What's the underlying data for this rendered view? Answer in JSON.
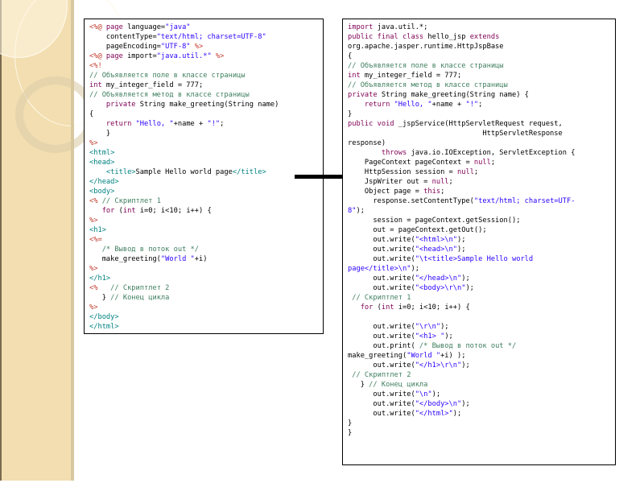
{
  "jsp_source": {
    "lines": [
      [
        [
          "d",
          "<%@ "
        ],
        [
          "k",
          "page "
        ],
        [
          "",
          "language="
        ],
        [
          "s",
          "\"java\""
        ]
      ],
      [
        [
          "",
          "    contentType="
        ],
        [
          "s",
          "\"text/html; charset=UTF-8\""
        ]
      ],
      [
        [
          "",
          "    pageEncoding="
        ],
        [
          "s",
          "\"UTF-8\""
        ],
        [
          "d",
          " %>"
        ]
      ],
      [
        [
          "d",
          "<%@ "
        ],
        [
          "k",
          "page "
        ],
        [
          "",
          "import="
        ],
        [
          "s",
          "\"java.util.*\""
        ],
        [
          "d",
          " %>"
        ]
      ],
      [
        [
          "d",
          "<%!"
        ]
      ],
      [
        [
          "c",
          "// Объявляется поле в классе страницы"
        ]
      ],
      [
        [
          "k",
          "int "
        ],
        [
          "",
          "my_integer_field = 777;"
        ]
      ],
      [
        [
          "c",
          "// Объявляется метод в классе страницы"
        ]
      ],
      [
        [
          "k",
          "    private "
        ],
        [
          "",
          "String make_greeting(String name)"
        ]
      ],
      [
        [
          "",
          "{"
        ]
      ],
      [
        [
          "k",
          "    return "
        ],
        [
          "s",
          "\"Hello, \""
        ],
        [
          "",
          "+name + "
        ],
        [
          "s",
          "\"!\""
        ],
        [
          "",
          ";"
        ]
      ],
      [
        [
          "",
          "    }"
        ]
      ],
      [
        [
          "d",
          "%>"
        ]
      ],
      [
        [
          "t",
          "<html>"
        ]
      ],
      [
        [
          "t",
          "<head>"
        ]
      ],
      [
        [
          "t",
          "    <title>"
        ],
        [
          "",
          "Sample Hello world page"
        ],
        [
          "t",
          "</title>"
        ]
      ],
      [
        [
          "t",
          "</head>"
        ]
      ],
      [
        [
          "t",
          "<body>"
        ]
      ],
      [
        [
          "d",
          "<% "
        ],
        [
          "c",
          "// Скриптлет 1"
        ]
      ],
      [
        [
          "k",
          "   for "
        ],
        [
          "",
          "("
        ],
        [
          "k",
          "int "
        ],
        [
          "",
          "i=0; i<10; i++) {"
        ]
      ],
      [
        [
          "d",
          "%>"
        ]
      ],
      [
        [
          "t",
          "<h1>"
        ]
      ],
      [
        [
          "d",
          "<%="
        ]
      ],
      [
        [
          "c",
          "   /* Вывод в поток out */"
        ]
      ],
      [
        [
          "",
          "   make_greeting("
        ],
        [
          "s",
          "\"World \""
        ],
        [
          "",
          "+i)"
        ]
      ],
      [
        [
          "d",
          "%>"
        ]
      ],
      [
        [
          "t",
          "</h1>"
        ]
      ],
      [
        [
          "d",
          "<%   "
        ],
        [
          "c",
          "// Скриптлет 2"
        ]
      ],
      [
        [
          "",
          "   } "
        ],
        [
          "c",
          "// Конец цикла"
        ]
      ],
      [
        [
          "d",
          "%>"
        ]
      ],
      [
        [
          "t",
          "</body>"
        ]
      ],
      [
        [
          "t",
          "</html>"
        ]
      ]
    ]
  },
  "java_servlet": {
    "lines": [
      [
        [
          "k",
          "import "
        ],
        [
          "",
          "java.util.*;"
        ]
      ],
      [
        [
          "k",
          "public final class "
        ],
        [
          "",
          "hello_jsp "
        ],
        [
          "k",
          "extends"
        ]
      ],
      [
        [
          "",
          "org.apache.jasper.runtime.HttpJspBase"
        ]
      ],
      [
        [
          "",
          "{"
        ]
      ],
      [
        [
          "c",
          "// Объявляется поле в классе страницы"
        ]
      ],
      [
        [
          "k",
          "int "
        ],
        [
          "",
          "my_integer_field = 777;"
        ]
      ],
      [
        [
          "c",
          "// Объявляется метод в классе страницы"
        ]
      ],
      [
        [
          "k",
          "private "
        ],
        [
          "",
          "String make_greeting(String name) {"
        ]
      ],
      [
        [
          "k",
          "    return "
        ],
        [
          "s",
          "\"Hello, \""
        ],
        [
          "",
          "+name + "
        ],
        [
          "s",
          "\"!\""
        ],
        [
          "",
          ";"
        ]
      ],
      [
        [
          "",
          "}"
        ]
      ],
      [
        [
          "k",
          "public void "
        ],
        [
          "",
          "_jspService(HttpServletRequest request,"
        ]
      ],
      [
        [
          "",
          "                                HttpServletResponse"
        ]
      ],
      [
        [
          "",
          "response)"
        ]
      ],
      [
        [
          "k",
          "        throws "
        ],
        [
          "",
          "java.io.IOException, ServletException {"
        ]
      ],
      [
        [
          "",
          "    PageContext pageContext = "
        ],
        [
          "k",
          "null"
        ],
        [
          "",
          ";"
        ]
      ],
      [
        [
          "",
          "    HttpSession session = "
        ],
        [
          "k",
          "null"
        ],
        [
          "",
          ";"
        ]
      ],
      [
        [
          "",
          "    JspWriter out = "
        ],
        [
          "k",
          "null"
        ],
        [
          "",
          ";"
        ]
      ],
      [
        [
          "",
          "    Object page = "
        ],
        [
          "k",
          "this"
        ],
        [
          "",
          ";"
        ]
      ],
      [
        [
          "",
          "      response.setContentType("
        ],
        [
          "s",
          "\"text/html; charset=UTF-"
        ]
      ],
      [
        [
          "s",
          "8\""
        ],
        [
          "",
          ");"
        ]
      ],
      [
        [
          "",
          "      session = pageContext.getSession();"
        ]
      ],
      [
        [
          "",
          "      out = pageContext.getOut();"
        ]
      ],
      [
        [
          "",
          "      out.write("
        ],
        [
          "s",
          "\"<html>\\n\""
        ],
        [
          "",
          ");"
        ]
      ],
      [
        [
          "",
          "      out.write("
        ],
        [
          "s",
          "\"<head>\\n\""
        ],
        [
          "",
          ");"
        ]
      ],
      [
        [
          "",
          "      out.write("
        ],
        [
          "s",
          "\"\\t<title>Sample Hello world"
        ]
      ],
      [
        [
          "s",
          "page</title>\\n\""
        ],
        [
          "",
          ");"
        ]
      ],
      [
        [
          "",
          "      out.write("
        ],
        [
          "s",
          "\"</head>\\n\""
        ],
        [
          "",
          ");"
        ]
      ],
      [
        [
          "",
          "      out.write("
        ],
        [
          "s",
          "\"<body>\\r\\n\""
        ],
        [
          "",
          ");"
        ]
      ],
      [
        [
          "c",
          " // Скриптлет 1"
        ]
      ],
      [
        [
          "k",
          "   for "
        ],
        [
          "",
          "("
        ],
        [
          "k",
          "int "
        ],
        [
          "",
          "i=0; i<10; i++) {"
        ]
      ],
      [
        [
          "",
          ""
        ]
      ],
      [
        [
          "",
          "      out.write("
        ],
        [
          "s",
          "\"\\r\\n\""
        ],
        [
          "",
          ");"
        ]
      ],
      [
        [
          "",
          "      out.write("
        ],
        [
          "s",
          "\"<h1> \""
        ],
        [
          "",
          ");"
        ]
      ],
      [
        [
          "",
          "      out.print( "
        ],
        [
          "c",
          "/* Вывод в поток out */"
        ]
      ],
      [
        [
          "",
          "make_greeting("
        ],
        [
          "s",
          "\"World \""
        ],
        [
          "",
          "+i) );"
        ]
      ],
      [
        [
          "",
          "      out.write("
        ],
        [
          "s",
          "\"</h1>\\r\\n\""
        ],
        [
          "",
          ");"
        ]
      ],
      [
        [
          "c",
          " // Скриптлет 2"
        ]
      ],
      [
        [
          "",
          "   } "
        ],
        [
          "c",
          "// Конец цикла"
        ]
      ],
      [
        [
          "",
          "      out.write("
        ],
        [
          "s",
          "\"\\n\""
        ],
        [
          "",
          ");"
        ]
      ],
      [
        [
          "",
          "      out.write("
        ],
        [
          "s",
          "\"</body>\\n\""
        ],
        [
          "",
          ");"
        ]
      ],
      [
        [
          "",
          "      out.write("
        ],
        [
          "s",
          "\"</html>\""
        ],
        [
          "",
          ");"
        ]
      ],
      [
        [
          "",
          "}"
        ]
      ],
      [
        [
          "",
          "}"
        ]
      ]
    ]
  },
  "arrow": {
    "icon": "right-arrow-icon",
    "meaning": "jsp-translates-to-servlet"
  },
  "colors": {
    "delimiter": "#c33a2c",
    "keyword": "#7f0055",
    "string": "#2a00ff",
    "comment": "#3f7f5f",
    "tag": "#008080",
    "sidebar": "#f2deb0"
  }
}
